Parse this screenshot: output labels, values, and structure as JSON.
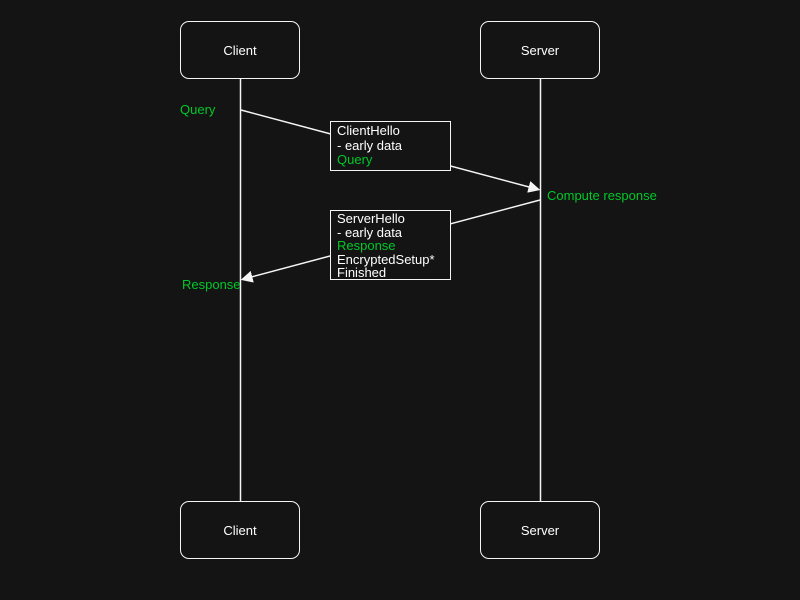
{
  "diagram": {
    "kind": "sequence-diagram",
    "colors": {
      "background": "#141414",
      "stroke": "#f5f5f5",
      "text": "#ffffff",
      "accent_green": "#00c828"
    },
    "actors": {
      "client_top": "Client",
      "server_top": "Server",
      "client_bottom": "Client",
      "server_bottom": "Server"
    },
    "annotations": {
      "query": "Query",
      "compute_response": "Compute response",
      "response": "Response"
    },
    "messages": {
      "client_hello": {
        "from": "Client",
        "to": "Server",
        "lines": [
          "ClientHello",
          "- early data",
          "Query"
        ]
      },
      "server_hello": {
        "from": "Server",
        "to": "Client",
        "lines": [
          "ServerHello",
          "- early data",
          "Response",
          "EncryptedSetup*",
          "Finished"
        ]
      }
    }
  }
}
